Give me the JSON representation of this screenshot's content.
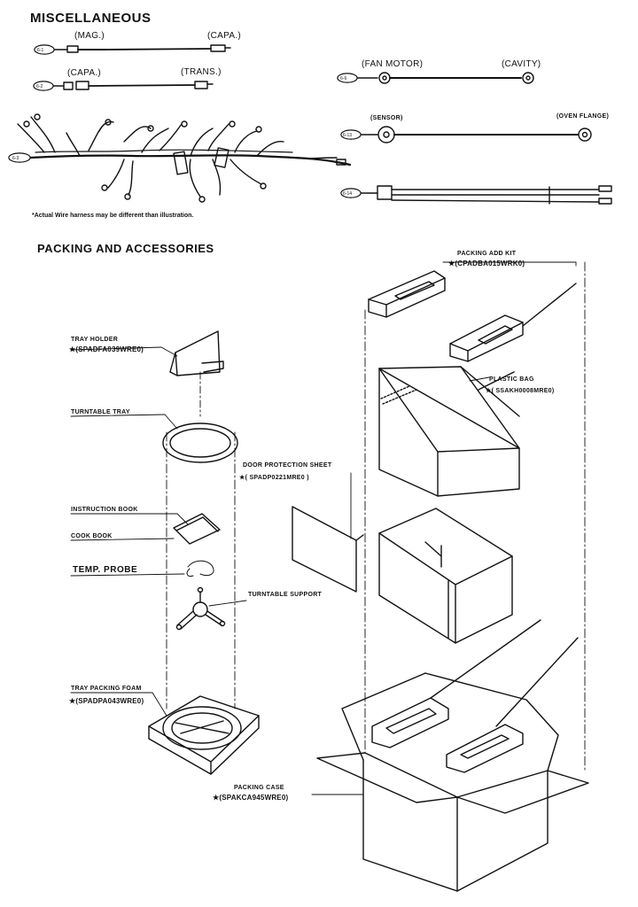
{
  "sections": {
    "misc_title": "MISCELLANEOUS",
    "packing_title": "PACKING AND ACCESSORIES"
  },
  "misc": {
    "wire_6_1": {
      "ref": "6-1",
      "left": "(MAG.)",
      "right": "(CAPA.)"
    },
    "wire_6_2": {
      "ref": "6-2",
      "left": "(CAPA.)",
      "right": "(TRANS.)"
    },
    "wire_6_3": {
      "ref": "6-3"
    },
    "wire_6_6": {
      "ref": "6-6",
      "left": "(FAN MOTOR)",
      "right": "(CAVITY)"
    },
    "wire_6_13": {
      "ref": "6-13",
      "left": "(SENSOR)",
      "right": "(OVEN FLANGE)"
    },
    "wire_6_14": {
      "ref": "6-14"
    },
    "note": "*Actual Wire harness may be different than illustration."
  },
  "packing": {
    "tray_holder": {
      "name": "TRAY HOLDER",
      "part": "★(SPADFA039WRE0)"
    },
    "turntable_tray": {
      "name": "TURNTABLE TRAY"
    },
    "instruction_book": {
      "name": "INSTRUCTION BOOK"
    },
    "cook_book": {
      "name": "COOK BOOK"
    },
    "temp_probe": {
      "name": "TEMP. PROBE"
    },
    "turntable_support": {
      "name": "TURNTABLE SUPPORT"
    },
    "tray_packing_foam": {
      "name": "TRAY PACKING FOAM",
      "part": "★(SPADPA043WRE0)"
    },
    "door_protection_sheet": {
      "name": "DOOR PROTECTION SHEET",
      "part": "★( SPADP0221MRE0 )"
    },
    "packing_add_kit": {
      "name": "PACKING ADD KIT",
      "part": "★(CPADBA015WRK0)"
    },
    "plastic_bag": {
      "name": "PLASTIC BAG",
      "part": "★( SSAKH0008MRE0)"
    },
    "packing_case": {
      "name": "PACKING CASE",
      "part": "★(SPAKCA945WRE0)"
    }
  }
}
